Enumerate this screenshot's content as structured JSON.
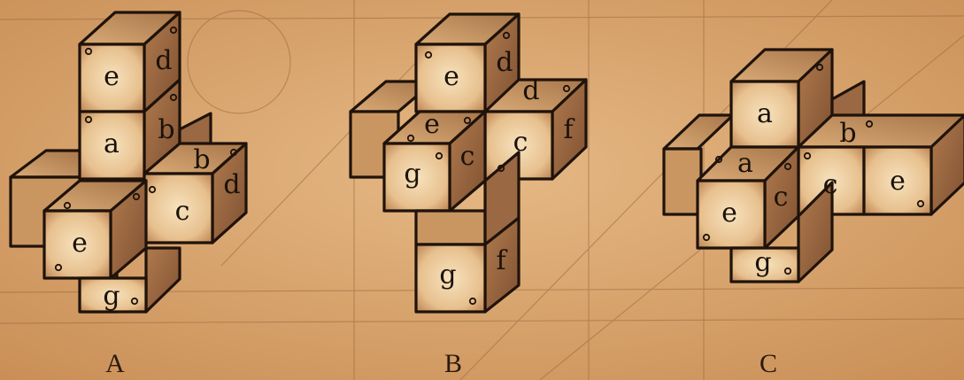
{
  "figures": [
    {
      "caption": "A",
      "labels": {
        "e_top": "e",
        "d_top": "d",
        "a": "a",
        "b_top": "b",
        "b_right": "b",
        "d_right": "d",
        "c": "c",
        "e_front": "e",
        "g": "g"
      }
    },
    {
      "caption": "B",
      "labels": {
        "e_top": "e",
        "d_top": "d",
        "d_mid": "d",
        "e_mid": "e",
        "c_side": "c",
        "c_front": "c",
        "f_right": "f",
        "g_front": "g",
        "g_bottom": "g",
        "f_bottom": "f"
      }
    },
    {
      "caption": "C",
      "labels": {
        "a_top": "a",
        "b": "b",
        "a_mid": "a",
        "c_side": "c",
        "e_front": "e",
        "c_front": "c",
        "e_right": "e",
        "g": "g"
      }
    }
  ],
  "colors": {
    "paper": "#d9a76e",
    "face_light": "#f0d2a4",
    "face_mid": "#bf8c5a",
    "face_dark": "#8d5c36",
    "ink": "#1f130a"
  }
}
